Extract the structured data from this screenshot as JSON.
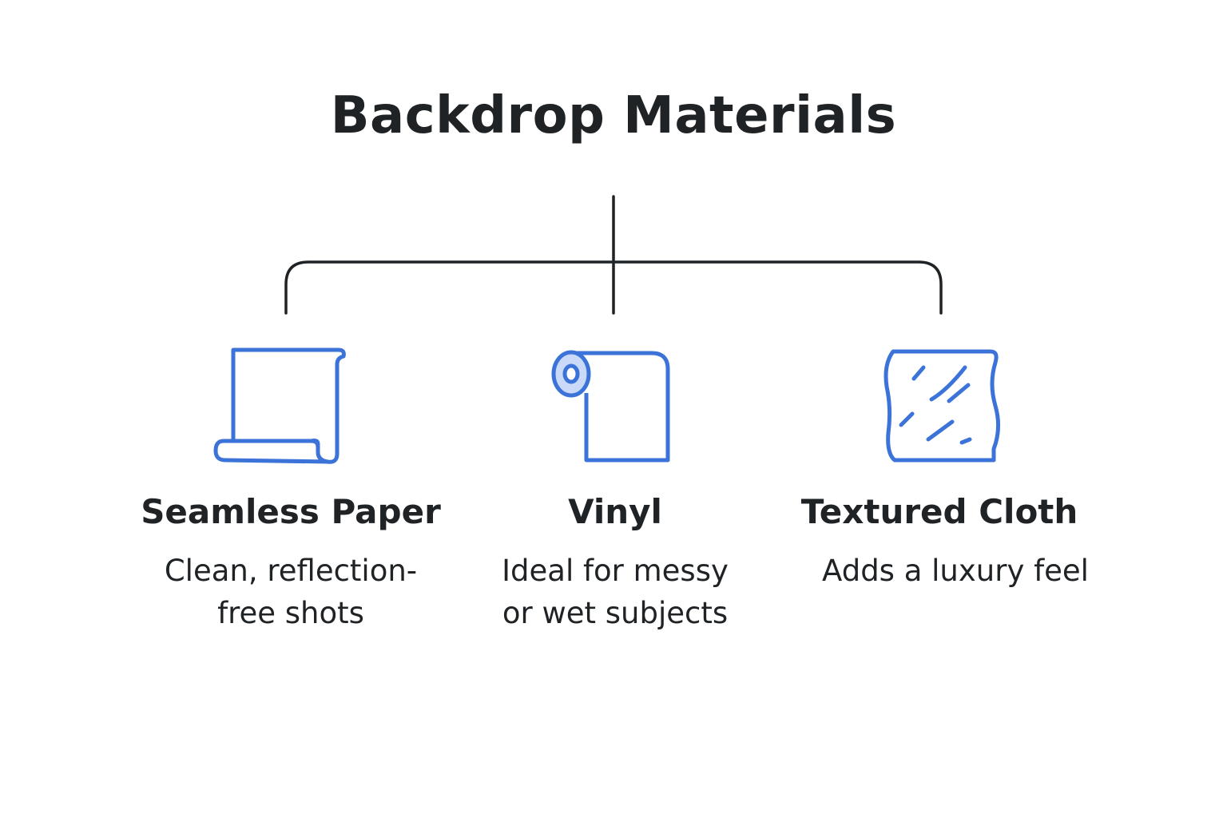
{
  "title": "Backdrop Materials",
  "colors": {
    "icon_stroke": "#3b73d9",
    "icon_fill": "#c9d9f7",
    "connector": "#1f2326",
    "text": "#1f2326"
  },
  "items": [
    {
      "icon": "scroll-paper-icon",
      "name": "Seamless Paper",
      "desc": "Clean, reflection-\nfree shots"
    },
    {
      "icon": "vinyl-roll-icon",
      "name": "Vinyl",
      "desc": "Ideal for messy\nor wet subjects"
    },
    {
      "icon": "textured-cloth-icon",
      "name": "Textured Cloth",
      "desc": "Adds a luxury feel"
    }
  ]
}
